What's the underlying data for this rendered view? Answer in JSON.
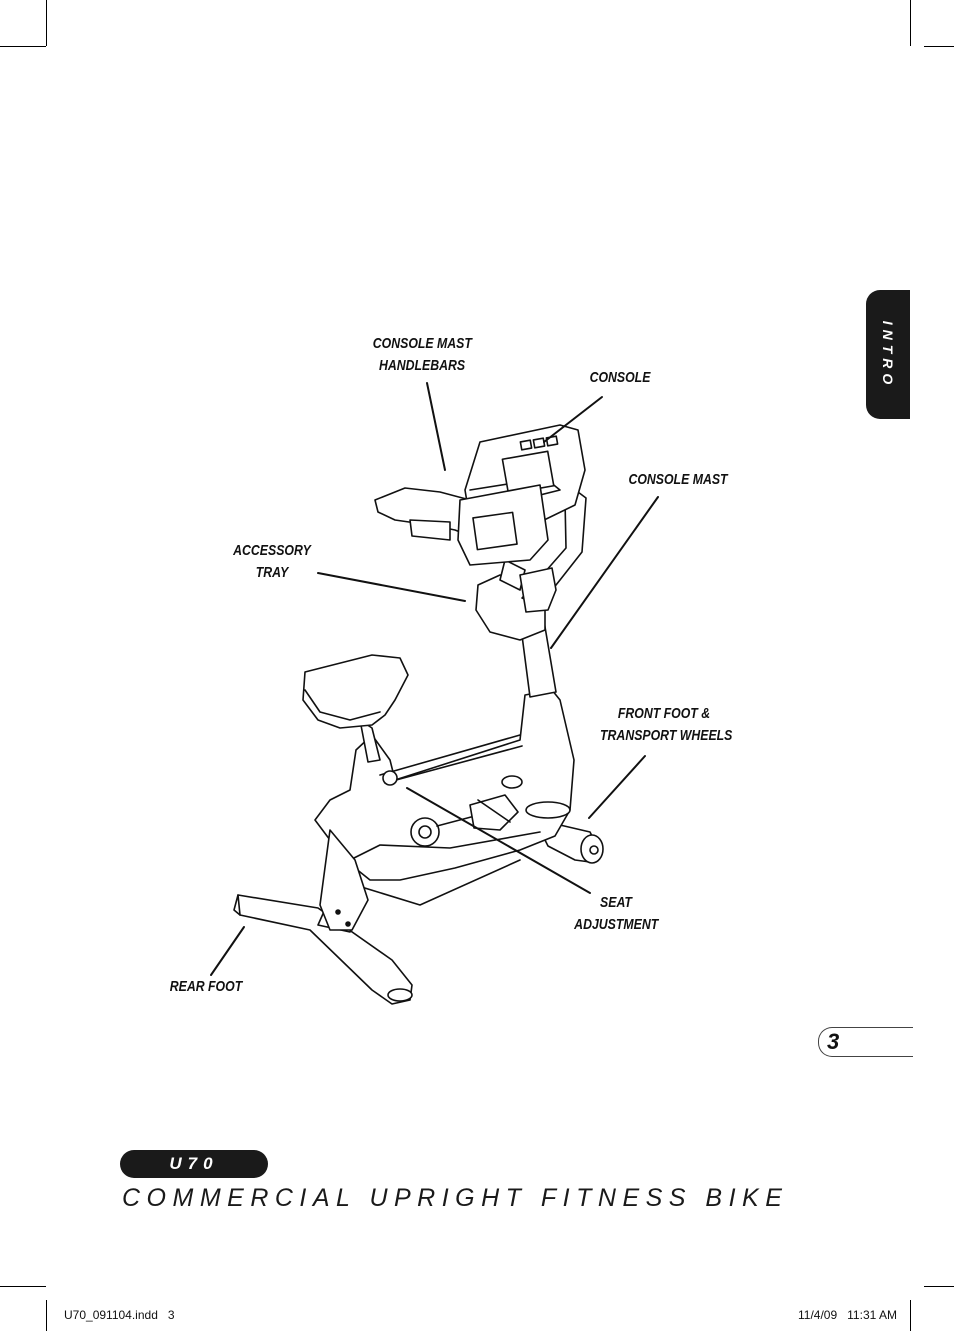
{
  "side_tab": {
    "label": "INTRO"
  },
  "callouts": {
    "console_mast_handlebars": {
      "line1": "CONSOLE MAST",
      "line2": "HANDLEBARS"
    },
    "console": "CONSOLE",
    "console_mast": "CONSOLE MAST",
    "accessory_tray": {
      "line1": "ACCESSORY",
      "line2": "TRAY"
    },
    "front_foot": {
      "line1": "FRONT FOOT &",
      "line2": "TRANSPORT WHEELS"
    },
    "seat_adjustment": {
      "line1": "SEAT",
      "line2": "ADJUSTMENT"
    },
    "rear_foot": "REAR FOOT"
  },
  "page_number": "3",
  "model": "U70",
  "product_title": "COMMERCIAL UPRIGHT FITNESS BIKE",
  "slug": {
    "file": "U70_091104.indd   3",
    "timestamp": "11/4/09   11:31 AM"
  }
}
